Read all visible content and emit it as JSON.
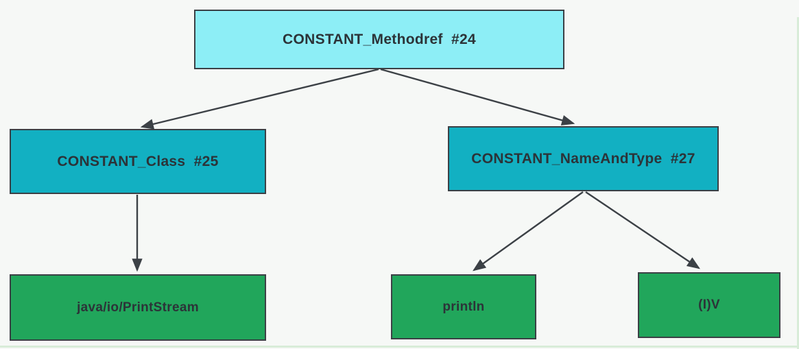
{
  "diagram": {
    "description": "Constant pool reference tree",
    "background_color": "#f6f8f6",
    "border_color": "#3b4045",
    "arrow_color": "#3c4146",
    "text_color": "#2c3338",
    "nodes": [
      {
        "id": "methodref",
        "label": "CONSTANT_Methodref  #24",
        "level": "top",
        "fill": "#8deef6"
      },
      {
        "id": "class",
        "label": "CONSTANT_Class  #25",
        "level": "mid",
        "fill": "#12b0c2"
      },
      {
        "id": "nameandtype",
        "label": "CONSTANT_NameAndType  #27",
        "level": "mid",
        "fill": "#12b0c2"
      },
      {
        "id": "printstream",
        "label": "java/io/PrintStream",
        "level": "leaf",
        "fill": "#21a65b"
      },
      {
        "id": "println",
        "label": "println",
        "level": "leaf",
        "fill": "#21a65b"
      },
      {
        "id": "iv",
        "label": "(I)V",
        "level": "leaf",
        "fill": "#21a65b"
      }
    ],
    "edges": [
      {
        "from": "methodref",
        "to": "class"
      },
      {
        "from": "methodref",
        "to": "nameandtype"
      },
      {
        "from": "class",
        "to": "printstream"
      },
      {
        "from": "nameandtype",
        "to": "println"
      },
      {
        "from": "nameandtype",
        "to": "iv"
      }
    ]
  }
}
